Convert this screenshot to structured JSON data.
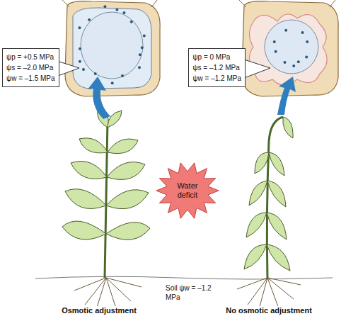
{
  "diagram": {
    "nodes": [
      {
        "text": [
          "ψp = +0.5 MPa",
          "ψs = –2.0 MPa",
          "ψw = –1.5 MPa"
        ]
      },
      {
        "text": [
          "ψp = 0 MPa",
          "ψs = –1.2 MPa",
          "ψw = –1.2 MPa"
        ]
      },
      {
        "text": [
          "Water deficit"
        ]
      }
    ],
    "labels": [
      "Soil ψw = –1.2 MPa",
      "Osmotic adjustment",
      "No osmotic adjustment"
    ]
  }
}
